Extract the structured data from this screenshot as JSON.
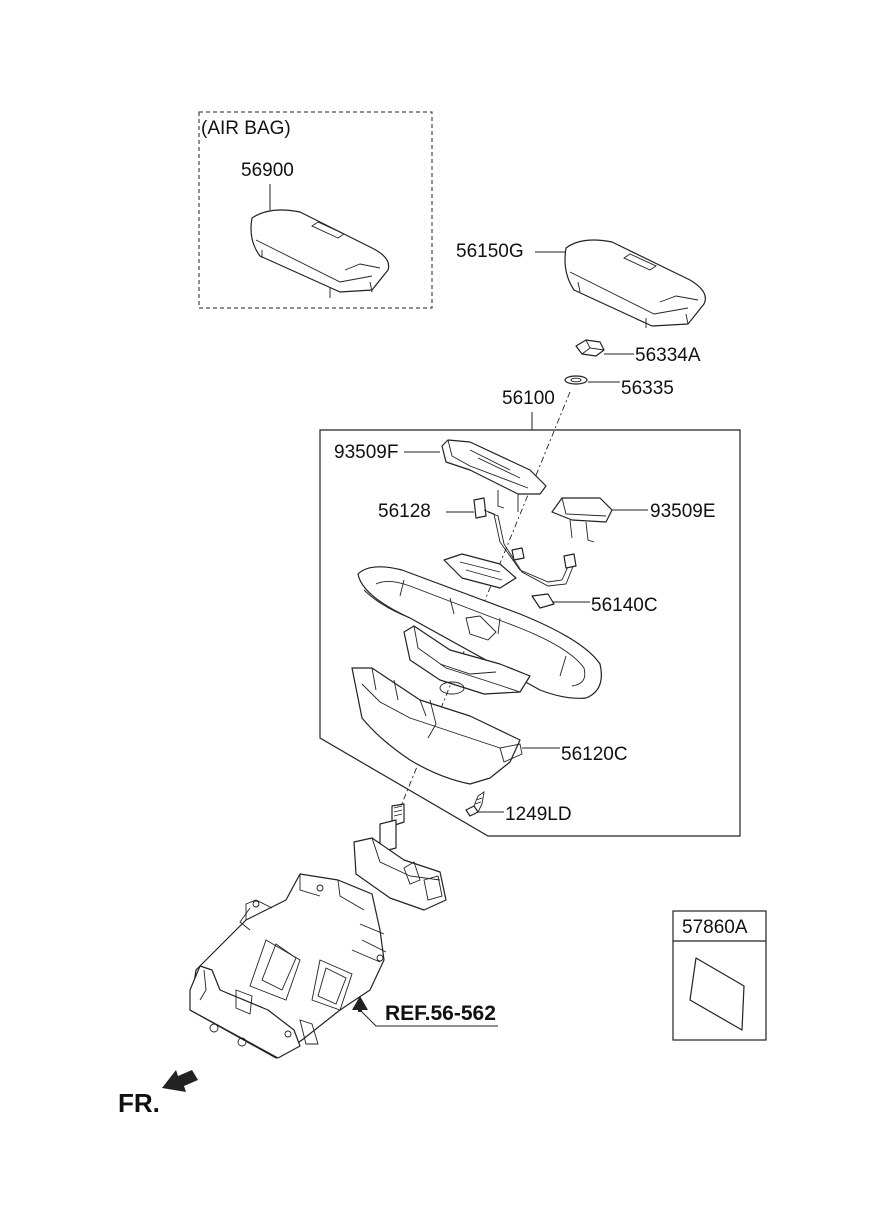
{
  "labels": {
    "airbag_group": "(AIR BAG)",
    "p56900": "56900",
    "p56150G": "56150G",
    "p56334A": "56334A",
    "p56335": "56335",
    "p56100": "56100",
    "p93509F": "93509F",
    "p56128": "56128",
    "p93509E": "93509E",
    "p56140C": "56140C",
    "p56120C": "56120C",
    "p1249LD": "1249LD",
    "p57860A": "57860A",
    "ref": "REF.56-562",
    "front": "FR."
  },
  "icons": {
    "front_arrow": "arrow-down-left-icon",
    "ref_arrow": "arrow-up-icon"
  },
  "colors": {
    "line": "#222222",
    "background": "#ffffff"
  }
}
